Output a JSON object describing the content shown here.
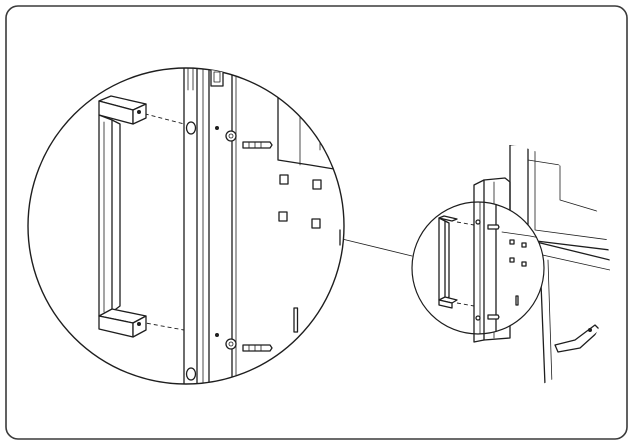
{
  "figure": {
    "stroke_color": "#1e1e1e",
    "background_color": "#ffffff",
    "frame_color": "#3a3a3a",
    "parts": [
      "door-handle",
      "mounting-screws",
      "cabinet-door",
      "magnified-detail-view",
      "overview-view"
    ]
  }
}
